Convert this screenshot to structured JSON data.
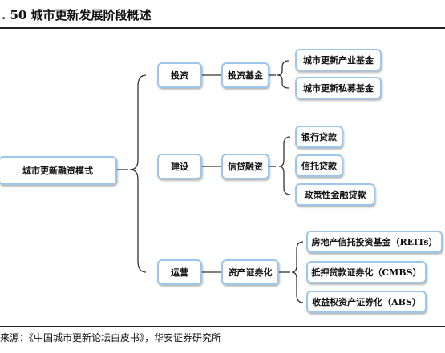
{
  "figure": {
    "title": ". 50  城市更新发展阶段概述",
    "source": "来源：《中国城市更新论坛白皮书》，华安证券研究所"
  },
  "diagram": {
    "root": "城市更新融资模式",
    "stages": [
      {
        "label": "投资",
        "mode": "投资基金",
        "items": [
          "城市更新产业基金",
          "城市更新私募基金"
        ]
      },
      {
        "label": "建设",
        "mode": "信贷融资",
        "items": [
          "银行贷款",
          "信托贷款",
          "政策性金融贷款"
        ]
      },
      {
        "label": "运营",
        "mode": "资产证券化",
        "items": [
          "房地产信托投资基金（REITs）",
          "抵押贷款证券化（CMBS）",
          "收益权资产证券化（ABS）"
        ]
      }
    ]
  },
  "colors": {
    "box_border": "#9cc7ea",
    "connector": "#333333"
  }
}
